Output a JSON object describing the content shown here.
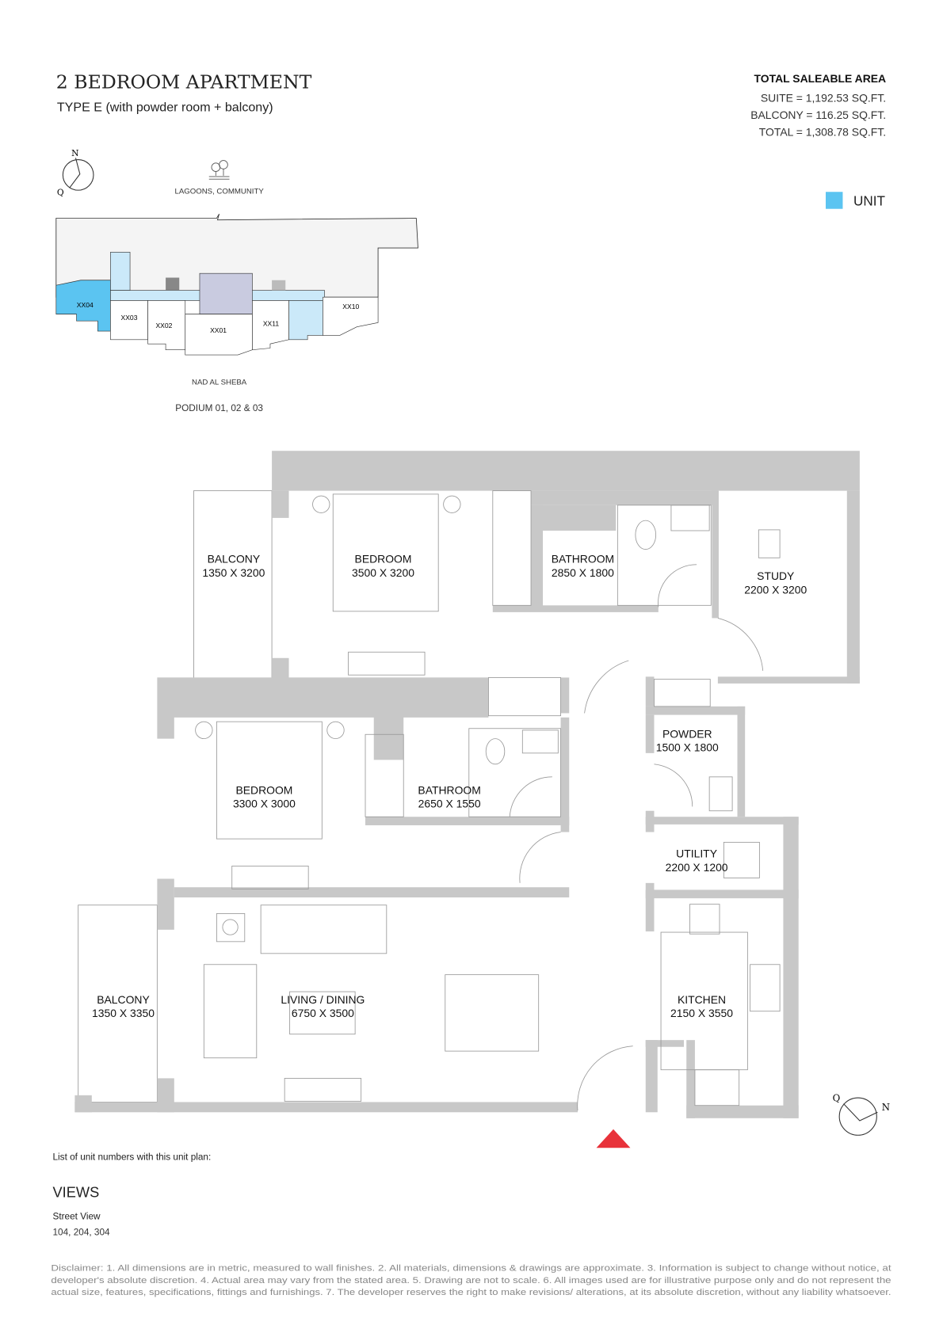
{
  "header": {
    "title": "2 BEDROOM APARTMENT",
    "subtitle": "TYPE E (with powder room + balcony)"
  },
  "area": {
    "heading": "TOTAL SALEABLE AREA",
    "suite": "SUITE = 1,192.53 SQ.FT.",
    "balcony": "BALCONY = 116.25 SQ.FT.",
    "total": "TOTAL = 1,308.78 SQ.FT."
  },
  "legend": {
    "unit_label": "UNIT",
    "unit_color": "#5bc4f1"
  },
  "compass": {
    "north": "N",
    "q": "Q"
  },
  "key_plan": {
    "top_label": "LAGOONS, COMMUNITY",
    "bottom_label": "NAD AL SHEBA",
    "caption": "PODIUM 01, 02 & 03",
    "units": [
      "XX04",
      "XX03",
      "XX02",
      "XX01",
      "XX11",
      "XX10"
    ]
  },
  "rooms": {
    "balcony1": {
      "name": "BALCONY",
      "dim": "1350 X 3200"
    },
    "bedroom1": {
      "name": "BEDROOM",
      "dim": "3500 X 3200"
    },
    "bathroom1": {
      "name": "BATHROOM",
      "dim": "2850 X 1800"
    },
    "study": {
      "name": "STUDY",
      "dim": "2200 X 3200"
    },
    "bedroom2": {
      "name": "BEDROOM",
      "dim": "3300 X 3000"
    },
    "bathroom2": {
      "name": "BATHROOM",
      "dim": "2650 X 1550"
    },
    "powder": {
      "name": "POWDER",
      "dim": "1500 X 1800"
    },
    "utility": {
      "name": "UTILITY",
      "dim": "2200 X 1200"
    },
    "balcony2": {
      "name": "BALCONY",
      "dim": "1350 X 3350"
    },
    "living": {
      "name": "LIVING / DINING",
      "dim": "6750 X 3500"
    },
    "kitchen": {
      "name": "KITCHEN",
      "dim": "2150 X 3550"
    }
  },
  "entrance_color": "#e8323a",
  "footer": {
    "units_intro": "List of unit numbers with this unit plan:",
    "views_heading": "VIEWS",
    "view_name": "Street View",
    "view_units": "104, 204, 304",
    "disclaimer": [
      "Disclaimer: 1. All dimensions are in metric, measured to wall finishes. 2. All materials, dimensions & drawings are approximate. 3. Information is subject to change without notice, at",
      "developer's absolute discretion. 4. Actual area may vary from the stated area. 5. Drawing are not to scale. 6. All images used are for illustrative purpose only and do not represent the",
      "actual size, features, specifications, fittings and furnishings. 7. The developer reserves the right to make revisions/ alterations, at its absolute discretion, without any liability whatsoever."
    ]
  }
}
